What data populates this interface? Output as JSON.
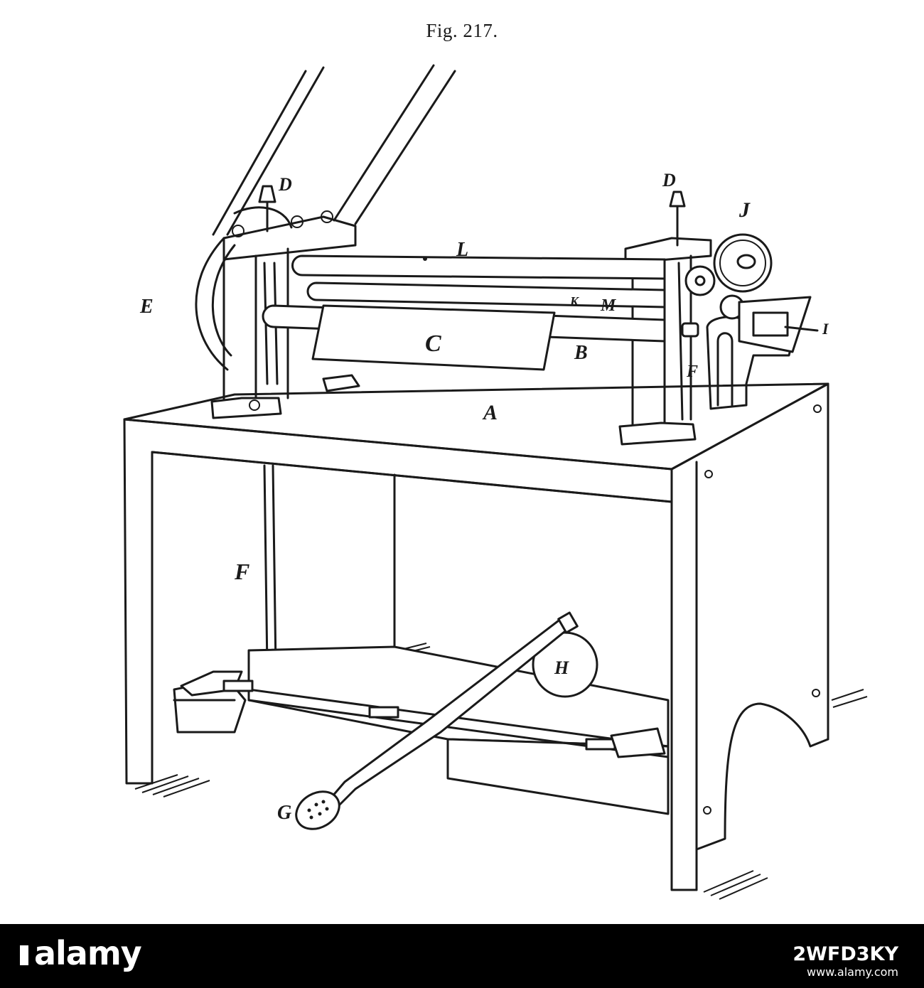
{
  "figure": {
    "title": "Fig. 217.",
    "labels": {
      "A": "A",
      "B": "B",
      "C": "C",
      "D_left": "D",
      "D_right": "D",
      "E": "E",
      "F_upper": "F",
      "F_lower": "F",
      "G": "G",
      "H": "H",
      "I": "I",
      "J": "J",
      "K": "K",
      "L": "L",
      "M": "M"
    }
  },
  "footer": {
    "brand": "alamy",
    "image_id": "2WFD3KY",
    "url": "www.alamy.com"
  }
}
